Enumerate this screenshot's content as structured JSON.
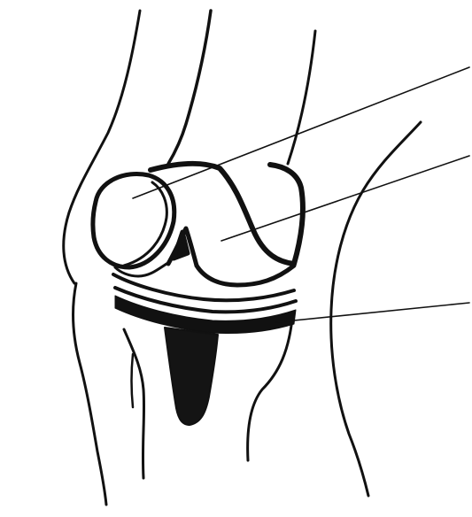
{
  "diagram": {
    "subject": "knee-replacement-implant",
    "colors": {
      "ink": "#111111",
      "paper": "#ffffff",
      "stem": "#141414"
    },
    "leaders": [
      {
        "id": "patellar-component",
        "label": ""
      },
      {
        "id": "femoral-component",
        "label": ""
      },
      {
        "id": "tibial-component",
        "label": ""
      }
    ]
  }
}
